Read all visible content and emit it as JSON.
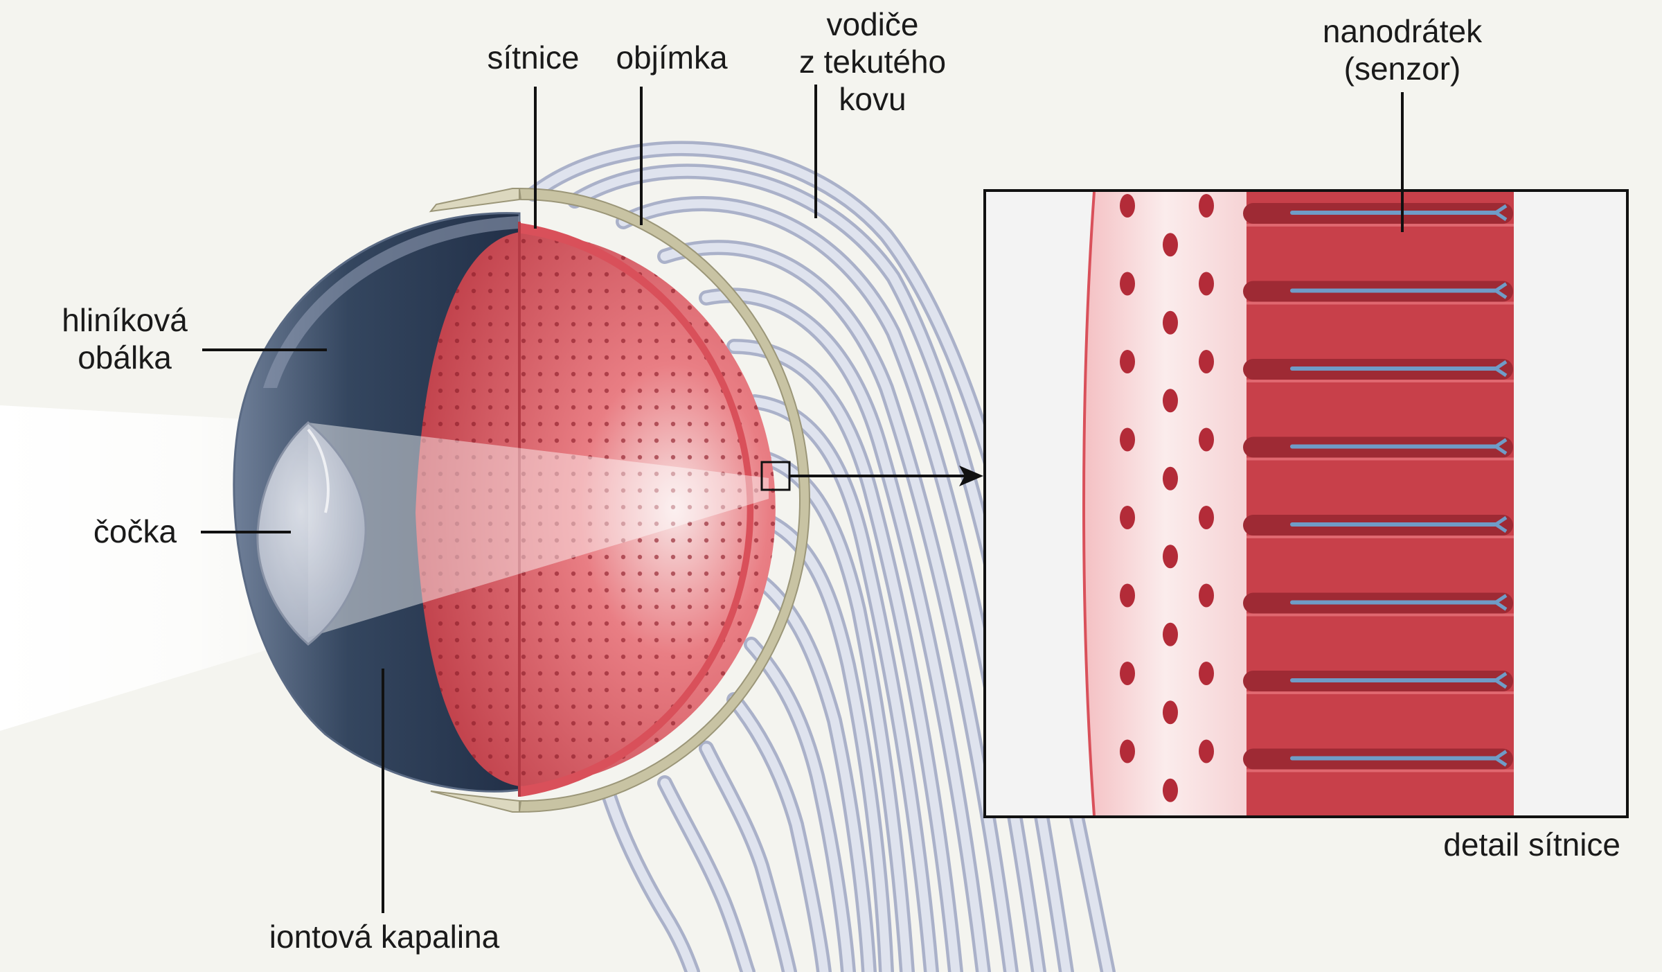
{
  "labels": {
    "retina": "sítnice",
    "sleeve": "objímka",
    "wires_line1": "vodiče",
    "wires_line2": "z tekutého",
    "wires_line3": "kovu",
    "nanowire_line1": "nanodrátek",
    "nanowire_line2": "(senzor)",
    "shell_line1": "hliníková",
    "shell_line2": "obálka",
    "lens": "čočka",
    "ionic_fluid": "iontová kapalina",
    "detail_caption": "detail sítnice"
  },
  "colors": {
    "background": "#f4f4ef",
    "retina_red": "#d9505a",
    "retina_dark": "#b9353f",
    "shell_navy": "#2c3d58",
    "sleeve_khaki": "#c8c3a3",
    "wire_lavender": "#cdd2e2",
    "nanowire_blue": "#6f9cc7",
    "inset_border": "#111111"
  },
  "detail": {
    "nanowire_count": 8,
    "pore_rows": 8
  }
}
